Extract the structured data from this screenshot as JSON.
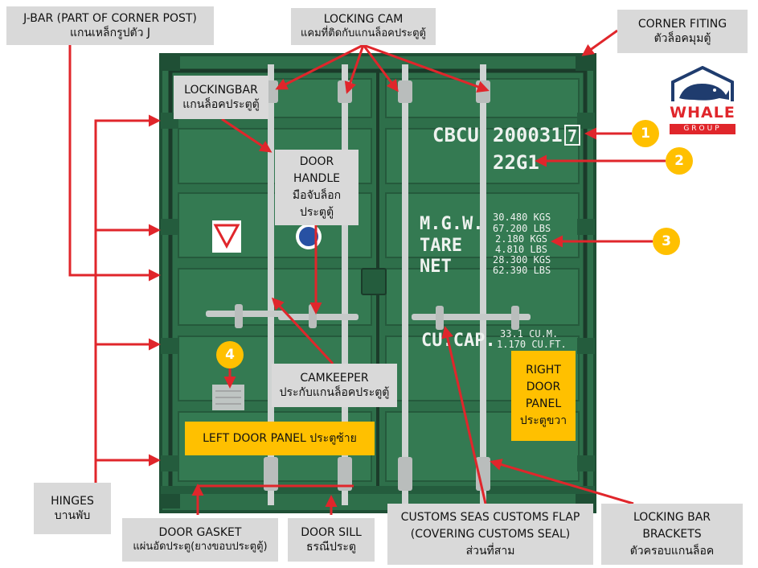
{
  "labels": {
    "jbar": {
      "en": "J-BAR (PART OF CORNER POST)",
      "th": "แกนเหล็กรูปตัว J"
    },
    "locking_cam": {
      "en": "LOCKING CAM",
      "th": "แคมที่ติดกับแกนล็อคประตูตู้"
    },
    "corner_fitting": {
      "en": "CORNER FITING",
      "th": "ตัวล็อคมุมตู้"
    },
    "lockingbar": {
      "en": "LOCKINGBAR",
      "th": "แกนล็อคประตูตู้"
    },
    "door_handle": {
      "en1": "DOOR",
      "en2": "HANDLE",
      "th1": "มือจับล็อก",
      "th2": "ประตูตู้"
    },
    "camkeeper": {
      "en": "CAMKEEPER",
      "th": "ประกับแกนล็อคประตูตู้"
    },
    "left_door_panel": "LEFT DOOR PANEL ประตูซ้าย",
    "right_door_panel": {
      "l1": "RIGHT",
      "l2": "DOOR",
      "l3": "PANEL",
      "l4": "ประตูขวา"
    },
    "hinges": {
      "en": "HINGES",
      "th": "บานพับ"
    },
    "door_gasket": {
      "en": "DOOR GASKET",
      "th": "แผ่นอัดประตู(ยางขอบประตูตู้)"
    },
    "door_sill": {
      "en": "DOOR SILL",
      "th": "ธรณีประตู"
    },
    "customs_seal": {
      "en1": "CUSTOMS SEAS CUSTOMS FLAP",
      "en2": "(COVERING CUSTOMS SEAL)",
      "th": "ส่วนที่สาม"
    },
    "locking_bar_brackets": {
      "en1": "LOCKING BAR",
      "en2": "BRACKETS",
      "th": "ตัวครอบแกนล็อค"
    }
  },
  "badges": [
    "1",
    "2",
    "3",
    "4"
  ],
  "container": {
    "prefix": "CBCU",
    "number": "200031",
    "check": "7",
    "type": "22G1",
    "mgw_label": "M.G.W.",
    "tare_label": "TARE",
    "net_label": "NET",
    "mgw_kgs": "30.480 KGS",
    "mgw_lbs": "67.200 LBS",
    "tare_kgs": "2.180 KGS",
    "tare_lbs": "4.810 LBS",
    "net_kgs": "28.300 KGS",
    "net_lbs": "62.390 LBS",
    "cucap_label": "CU.CAP.",
    "cucap_m": "33.1 CU.M.",
    "cucap_ft": "1.170 CU.FT."
  },
  "logo": {
    "name": "WHALE",
    "sub": "GROUP"
  },
  "colors": {
    "container": "#2e6f4a",
    "arrow": "#e0262b",
    "label_bg": "#d9d9d9",
    "highlight": "#ffc000"
  }
}
